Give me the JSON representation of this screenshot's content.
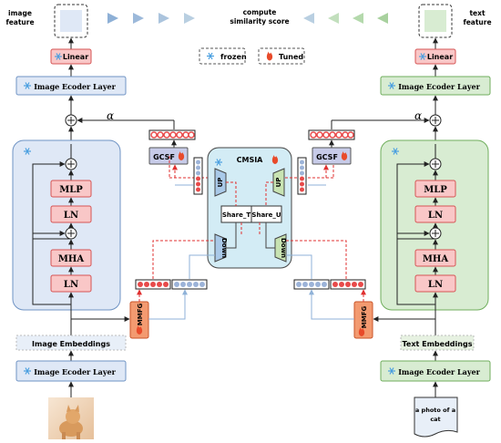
{
  "labels": {
    "image_feature": [
      "image",
      "feature"
    ],
    "text_feature": [
      "text",
      "feature"
    ],
    "similarity": [
      "compute",
      "similarity score"
    ],
    "legend_frozen": "frozen",
    "legend_tuned": "Tuned",
    "linear": "Linear",
    "image_encoder_layer": "Image Ecoder Layer",
    "mlp": "MLP",
    "ln": "LN",
    "mha": "MHA",
    "image_embeddings": "Image Embeddings",
    "text_embeddings": "Text Embeddings",
    "gcsf": "GCSF",
    "cmsia": "CMSIA",
    "share_t": "Share_T",
    "share_u": "Share_U",
    "up": "UP",
    "down": "Down",
    "mmfg": "MMFG",
    "alpha": "α",
    "text_input": [
      "a photo of a",
      "cat"
    ]
  },
  "colors": {
    "frozen": "#4a9fe0",
    "tuned": "#e84a2a",
    "encoder_blue_fill": "#dfe8f6",
    "encoder_green_fill": "#d8ecd2",
    "red_block_fill": "#f9c7c7",
    "red_block_stroke": "#d65454",
    "cmsia_fill": "#d3ecf5",
    "gcsf_fill": "#c7cbe8"
  }
}
